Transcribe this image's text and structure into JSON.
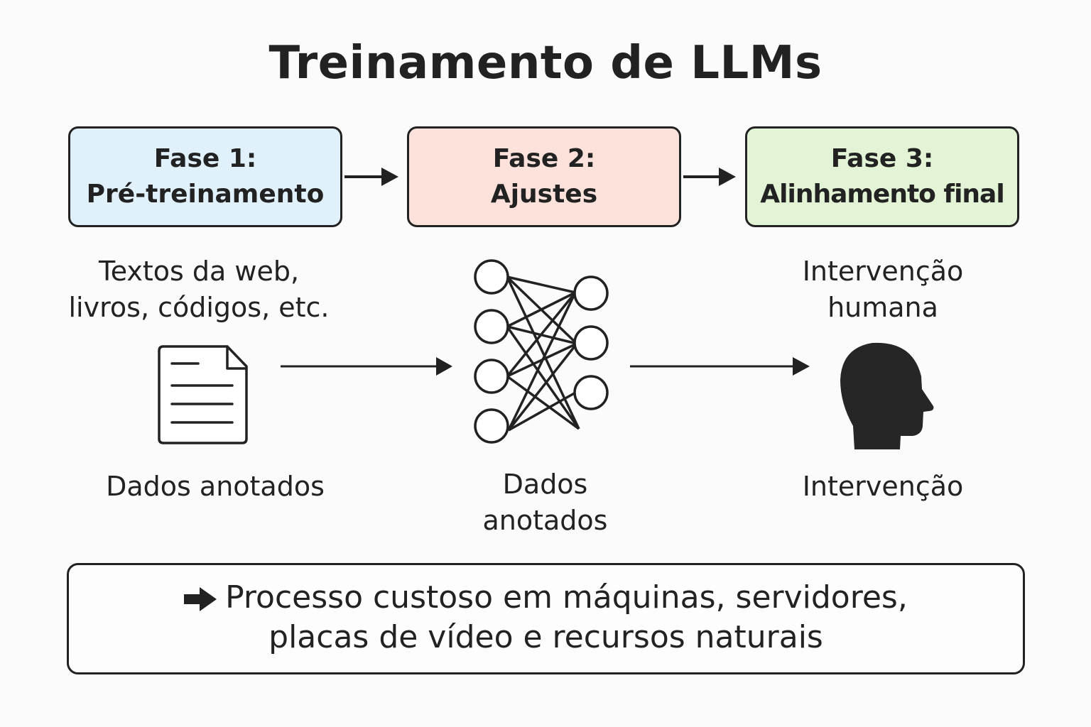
{
  "title": "Treinamento de LLMs",
  "phases": [
    {
      "line1": "Fase 1:",
      "line2": "Pré-treinamento",
      "color": "#e1f1fc"
    },
    {
      "line1": "Fase 2:",
      "line2": "Ajustes",
      "color": "#fde2dc"
    },
    {
      "line1": "Fase 3:",
      "line2": "Alinhamento final",
      "color": "#e2f4d5"
    }
  ],
  "column1": {
    "top_line1": "Textos da web,",
    "top_line2": "livros, códigos, etc.",
    "icon": "document-icon",
    "bottom": "Dados anotados"
  },
  "column2": {
    "icon": "neural-network-icon",
    "bottom_line1": "Dados",
    "bottom_line2": "anotados"
  },
  "column3": {
    "top_line1": "Intervenção",
    "top_line2": "humana",
    "icon": "human-head-icon",
    "bottom": "Intervenção"
  },
  "footer": {
    "icon": "arrow-right-icon",
    "line1": "Processo custoso em máquinas, servidores,",
    "line2": "placas de vídeo e recursos naturais"
  },
  "colors": {
    "ink": "#222222",
    "background": "#fbfbfb"
  }
}
